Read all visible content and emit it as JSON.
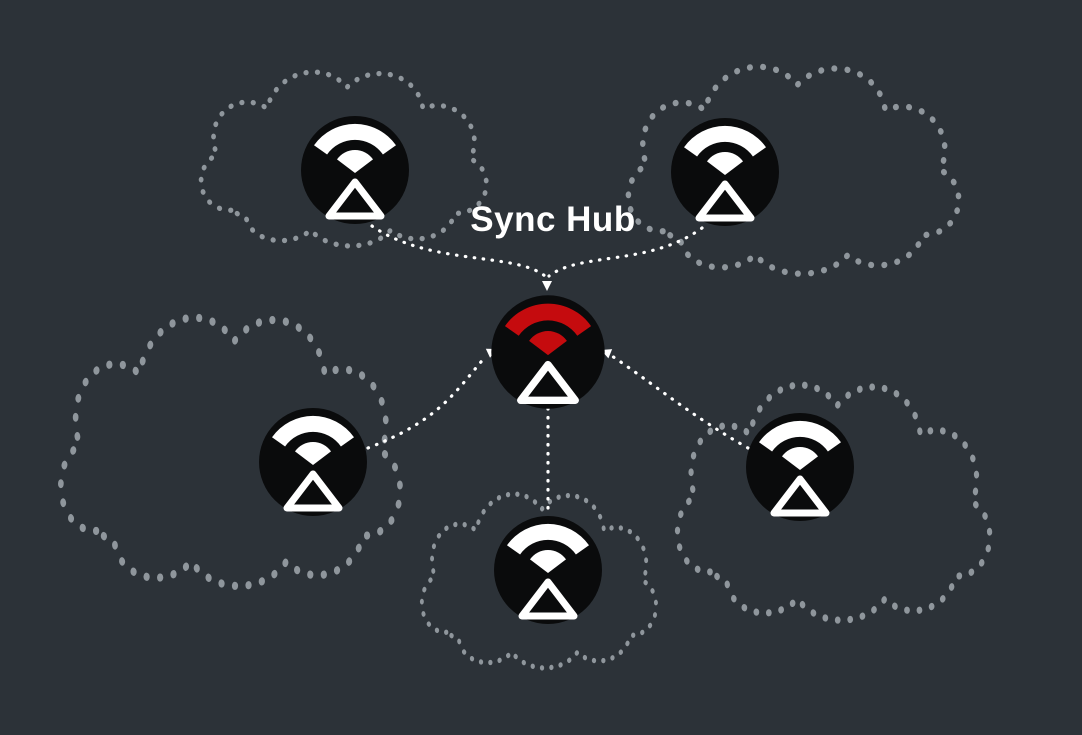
{
  "diagram": {
    "title": "Sync Hub",
    "type": "sync-network-topology",
    "colors": {
      "bg": "#2c3238",
      "cloud": "#8f969c",
      "arrow": "#ffffff",
      "node_fill": "#0a0b0c",
      "icon": "#ffffff",
      "hub_accent": "#c50b0e"
    },
    "hub": {
      "id": "sync-hub",
      "label": "Sync Hub",
      "icon": "sync-node-icon",
      "accent": "#c50b0e"
    },
    "peers": [
      {
        "id": "peer-top-left",
        "icon": "sync-node-icon",
        "container": "cloud-top-left"
      },
      {
        "id": "peer-top-right",
        "icon": "sync-node-icon",
        "container": "cloud-top-right"
      },
      {
        "id": "peer-mid-left",
        "icon": "sync-node-icon",
        "container": "cloud-mid-left"
      },
      {
        "id": "peer-bottom-center",
        "icon": "sync-node-icon",
        "container": "cloud-bottom-center"
      },
      {
        "id": "peer-mid-right",
        "icon": "sync-node-icon",
        "container": "cloud-mid-right"
      }
    ],
    "edges": [
      {
        "from": "peer-top-left",
        "to": "sync-hub",
        "style": "dotted-arrow"
      },
      {
        "from": "peer-top-right",
        "to": "sync-hub",
        "style": "dotted-arrow"
      },
      {
        "from": "peer-mid-left",
        "to": "sync-hub",
        "style": "dotted-arrow"
      },
      {
        "from": "peer-bottom-center",
        "to": "sync-hub",
        "style": "dotted-arrow"
      },
      {
        "from": "peer-mid-right",
        "to": "sync-hub",
        "style": "dotted-arrow"
      }
    ]
  }
}
